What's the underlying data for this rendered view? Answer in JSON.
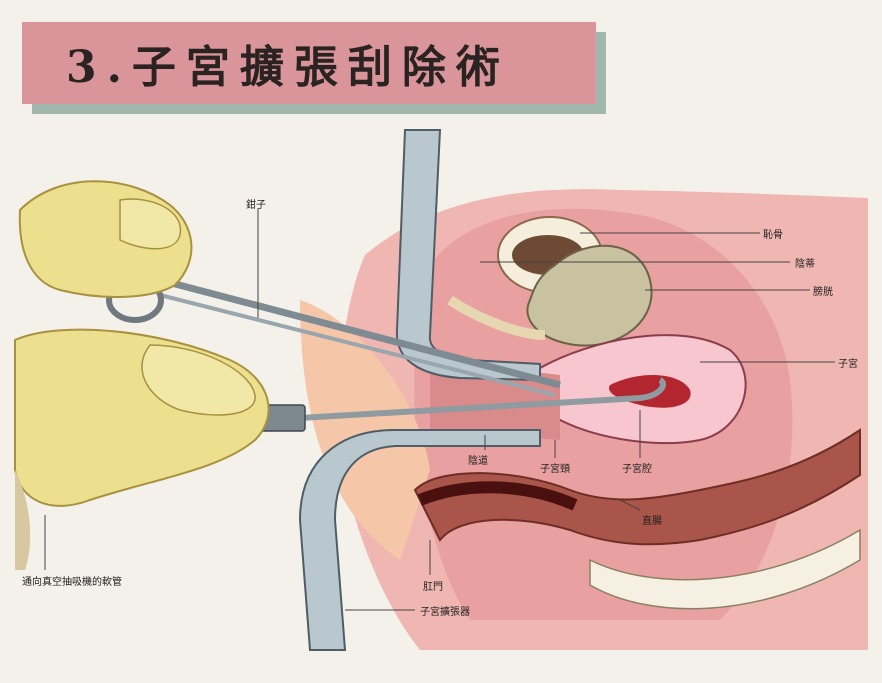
{
  "title": "3.子宮擴張刮除術",
  "labels": {
    "forceps": "鉗子",
    "pubic_bone": "恥骨",
    "urethra": "陰蒂",
    "bladder": "膀胱",
    "uterus": "子宮",
    "vagina": "陰道",
    "cervix": "子宮頸",
    "uterine_cavity": "子宮腔",
    "rectum": "直腸",
    "anus": "肛門",
    "speculum": "子宮擴張器",
    "suction_tube": "通向真空抽吸機的軟管"
  }
}
